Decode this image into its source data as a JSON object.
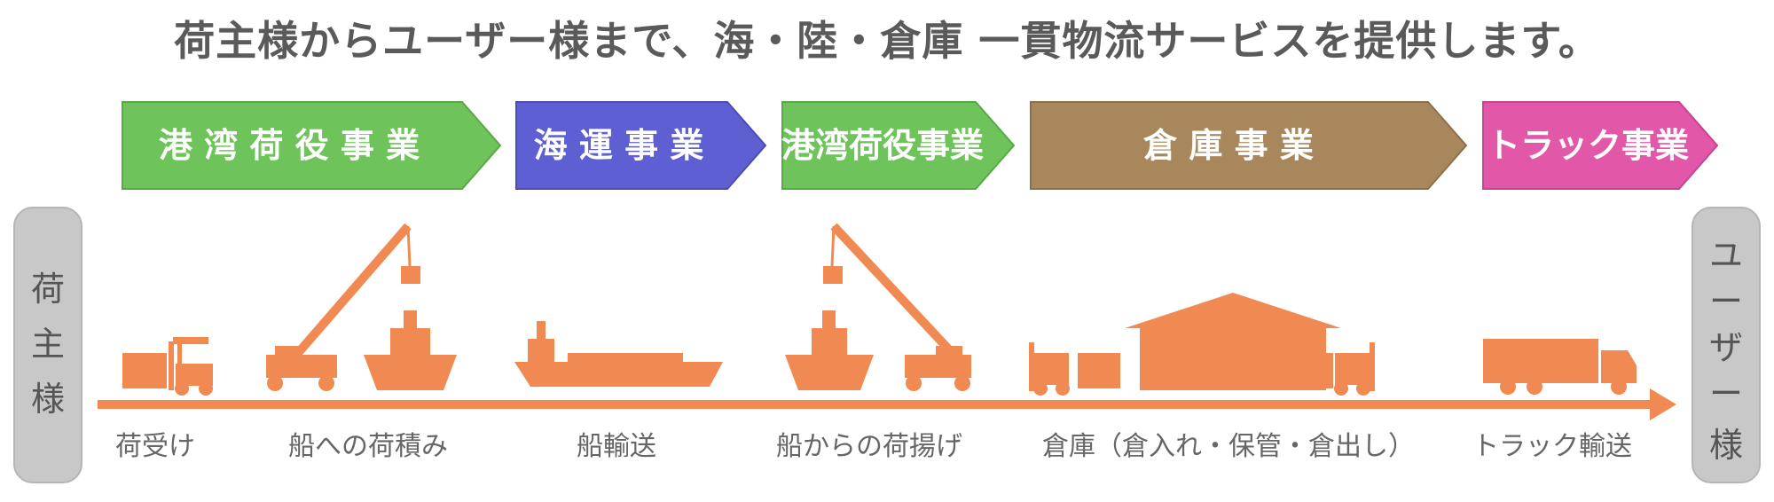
{
  "title": "荷主様からユーザー様まで、海・陸・倉庫 一貫物流サービスを提供します。",
  "colors": {
    "port": "#6ec45a",
    "sea": "#5d5fd3",
    "warehouse": "#a8875c",
    "truck": "#e257a8",
    "orange": "#f08a52",
    "gray": "#c8c8c8"
  },
  "banners": [
    {
      "label": "港 湾 荷 役 事 業"
    },
    {
      "label": "海 運 事 業"
    },
    {
      "label": "港湾荷役事業"
    },
    {
      "label": "倉 庫 事 業"
    },
    {
      "label": "トラック事業"
    }
  ],
  "left_end": {
    "chars": [
      "荷",
      "主",
      "様"
    ]
  },
  "right_end": {
    "chars": [
      "ユ",
      "ー",
      "ザ",
      "ー",
      "様"
    ]
  },
  "steps": [
    {
      "label": "荷受け",
      "icon": "forklift-icon"
    },
    {
      "label": "船への荷積み",
      "icon": "crane-ship-icon"
    },
    {
      "label": "船輸送",
      "icon": "cargo-ship-icon"
    },
    {
      "label": "船からの荷揚げ",
      "icon": "ship-crane-icon"
    },
    {
      "label": "倉庫（倉入れ・保管・倉出し）",
      "icon": "warehouse-icon"
    },
    {
      "label": "トラック輸送",
      "icon": "truck-icon"
    }
  ]
}
